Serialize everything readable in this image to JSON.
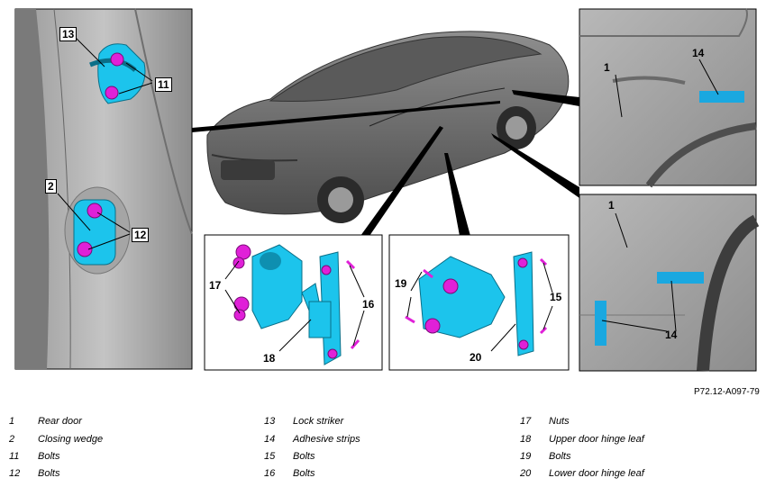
{
  "figure_code": "P72.12-A097-79",
  "callouts": {
    "c13": "13",
    "c11": "11",
    "c2": "2",
    "c12": "12",
    "c17": "17",
    "c16": "16",
    "c18": "18",
    "c19": "19",
    "c15": "15",
    "c20": "20",
    "c1a": "1",
    "c14a": "14",
    "c1b": "1",
    "c14b": "14"
  },
  "legend": [
    {
      "num": "1",
      "text": "Rear door"
    },
    {
      "num": "2",
      "text": "Closing wedge"
    },
    {
      "num": "11",
      "text": "Bolts"
    },
    {
      "num": "12",
      "text": "Bolts"
    },
    {
      "num": "13",
      "text": "Lock striker"
    },
    {
      "num": "14",
      "text": "Adhesive strips"
    },
    {
      "num": "15",
      "text": "Bolts"
    },
    {
      "num": "16",
      "text": "Bolts"
    },
    {
      "num": "17",
      "text": "Nuts"
    },
    {
      "num": "18",
      "text": "Upper door hinge leaf"
    },
    {
      "num": "19",
      "text": "Bolts"
    },
    {
      "num": "20",
      "text": "Lower door hinge leaf"
    }
  ],
  "colors": {
    "part": "#1cc4ec",
    "bolt": "#e020d8",
    "strip": "#1aa8e0",
    "body": "#8a8a8a"
  }
}
